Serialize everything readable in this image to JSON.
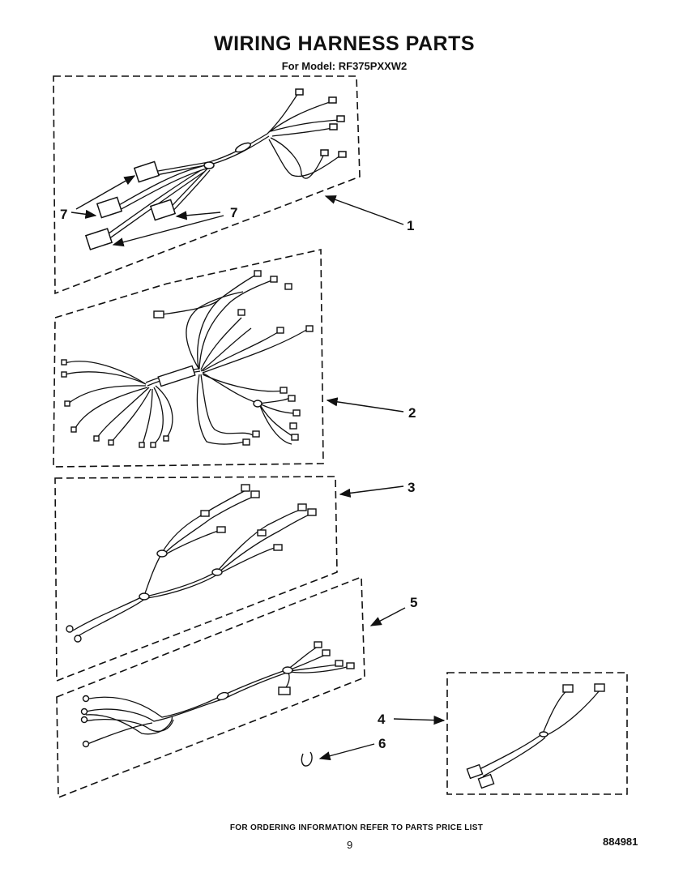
{
  "header": {
    "title": "WIRING HARNESS PARTS",
    "subtitle": "For Model: RF375PXXW2"
  },
  "callouts": {
    "c1": "1",
    "c2": "2",
    "c3": "3",
    "c4": "4",
    "c5": "5",
    "c6": "6",
    "c7a": "7",
    "c7b": "7"
  },
  "footer": {
    "ordering_note": "FOR ORDERING INFORMATION REFER TO PARTS PRICE LIST",
    "page_number": "9",
    "document_number": "884981"
  }
}
